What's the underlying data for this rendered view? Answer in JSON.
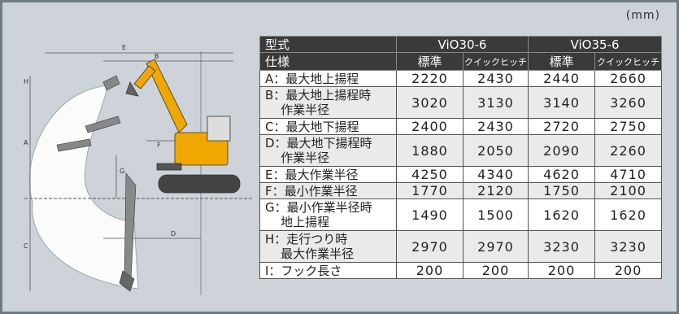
{
  "unit": "(mm)",
  "diagram": {
    "labels": [
      "E",
      "B",
      "H",
      "A",
      "F",
      "G",
      "C",
      "D"
    ]
  },
  "table": {
    "header_model": "型式",
    "header_spec": "仕様",
    "models": [
      "ViO30-6",
      "ViO35-6"
    ],
    "variants": [
      "標準",
      "クイックヒッチ",
      "標準",
      "クイックヒッチ"
    ],
    "rows": [
      {
        "label_lines": [
          "A：最大地上揚程"
        ],
        "values": [
          "2220",
          "2430",
          "2440",
          "2660"
        ]
      },
      {
        "label_lines": [
          "B：最大地上揚程時",
          "作業半径"
        ],
        "values": [
          "3020",
          "3130",
          "3140",
          "3260"
        ]
      },
      {
        "label_lines": [
          "C：最大地下揚程"
        ],
        "values": [
          "2400",
          "2430",
          "2720",
          "2750"
        ]
      },
      {
        "label_lines": [
          "D：最大地下揚程時",
          "作業半径"
        ],
        "values": [
          "1880",
          "2050",
          "2090",
          "2260"
        ]
      },
      {
        "label_lines": [
          "E：最大作業半径"
        ],
        "values": [
          "4250",
          "4340",
          "4620",
          "4710"
        ]
      },
      {
        "label_lines": [
          "F：最小作業半径"
        ],
        "values": [
          "1770",
          "2120",
          "1750",
          "2100"
        ]
      },
      {
        "label_lines": [
          "G：最小作業半径時",
          "地上揚程"
        ],
        "values": [
          "1490",
          "1500",
          "1620",
          "1620"
        ]
      },
      {
        "label_lines": [
          "H：走行つり時",
          "最大作業半径"
        ],
        "values": [
          "2970",
          "2970",
          "3230",
          "3230"
        ]
      },
      {
        "label_lines": [
          "I：フック長さ"
        ],
        "values": [
          "200",
          "200",
          "200",
          "200"
        ]
      }
    ]
  }
}
